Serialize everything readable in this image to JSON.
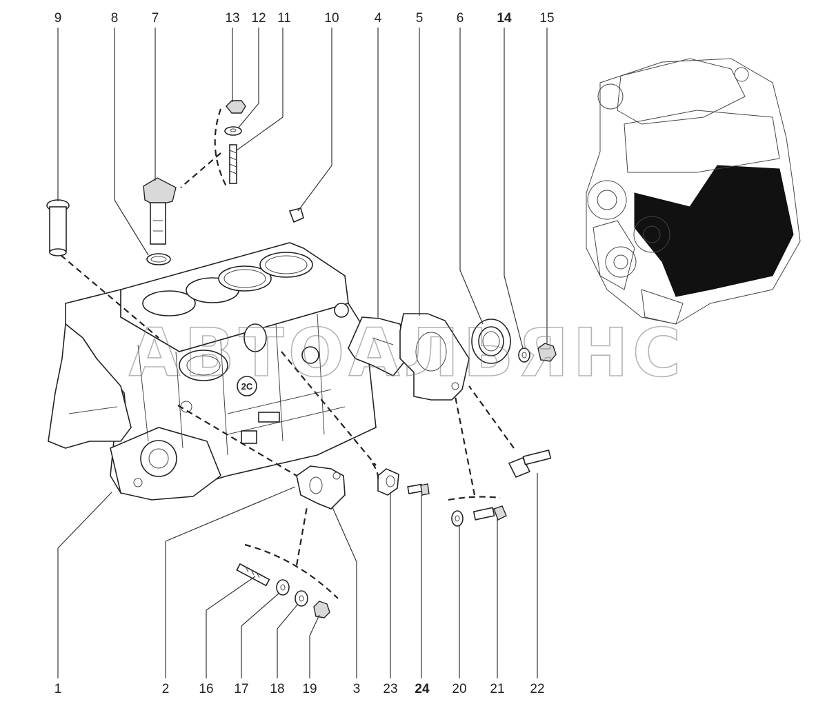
{
  "callouts_top": [
    {
      "label": "9",
      "bold": false
    },
    {
      "label": "8",
      "bold": false
    },
    {
      "label": "7",
      "bold": false
    },
    {
      "label": "13",
      "bold": false
    },
    {
      "label": "12",
      "bold": false
    },
    {
      "label": "11",
      "bold": false
    },
    {
      "label": "10",
      "bold": false
    },
    {
      "label": "4",
      "bold": false
    },
    {
      "label": "5",
      "bold": false
    },
    {
      "label": "6",
      "bold": false
    },
    {
      "label": "14",
      "bold": true
    },
    {
      "label": "15",
      "bold": false
    }
  ],
  "callouts_bottom": [
    {
      "label": "1",
      "bold": false
    },
    {
      "label": "2",
      "bold": false
    },
    {
      "label": "16",
      "bold": false
    },
    {
      "label": "17",
      "bold": false
    },
    {
      "label": "18",
      "bold": false
    },
    {
      "label": "19",
      "bold": false
    },
    {
      "label": "3",
      "bold": false
    },
    {
      "label": "23",
      "bold": false
    },
    {
      "label": "24",
      "bold": true
    },
    {
      "label": "20",
      "bold": false
    },
    {
      "label": "21",
      "bold": false
    },
    {
      "label": "22",
      "bold": false
    }
  ],
  "watermark": "АВТОАЛЬЯНС",
  "block_stamp": "2C"
}
